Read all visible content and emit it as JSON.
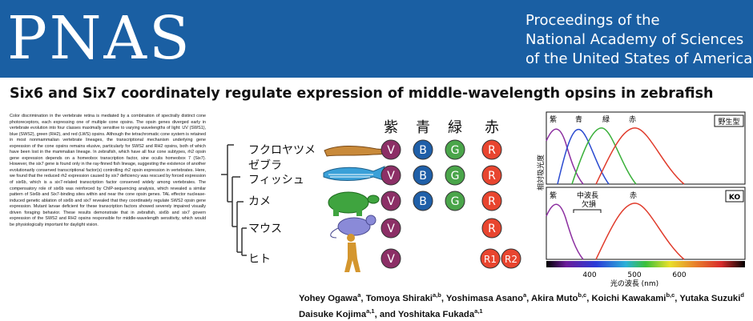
{
  "header": {
    "logo": "PNAS",
    "journal_lines": [
      "Proceedings of the",
      "National Academy of Sciences",
      "of the United States of America"
    ]
  },
  "article": {
    "title": "Six6 and Six7 coordinately regulate expression of middle-wavelength opsins in zebrafish",
    "abstract": "Color discrimination in the vertebrate retina is mediated by a combination of spectrally distinct cone photoreceptors, each expressing one of multiple cone opsins. The opsin genes diverged early in vertebrate evolution into four classes maximally sensitive to varying wavelengths of light: UV (SWS1), blue (SWS2), green (RH2), and red (LWS) opsins. Although the tetrachromatic cone system is retained in most nonmammalian vertebrate lineages, the transcriptional mechanism underlying gene expression of the cone opsins remains elusive, particularly for SWS2 and RH2 opsins, both of which have been lost in the mammalian lineage. In zebrafish, which have all four cone subtypes, rh2 opsin gene expression depends on a homeobox transcription factor, sine oculis homeobox 7 (Six7). However, the six7 gene is found only in the ray-finned fish lineage, suggesting the existence of another evolutionarily conserved transcriptional factor(s) controlling rh2 opsin expression in vertebrates. Here, we found that the reduced rh2 expression caused by six7 deficiency was rescued by forced expression of six6b, which is a six7-related transcription factor conserved widely among vertebrates. The compensatory role of six6b was reinforced by ChIP-sequencing analysis, which revealed a similar pattern of Six6b and Six7-binding sites within and near the cone opsin genes. TAL effector nuclease-induced genetic ablation of six6b and six7 revealed that they coordinately regulate SWS2 opsin gene expression. Mutant larvae deficient for these transcription factors showed severely impaired visually driven foraging behavior. These results demonstrate that in zebrafish, six6b and six7 govern expression of the SWS2 and RH2 opsins responsible for middle-wavelength sensitivity, which would be physiologically important for daylight vision."
  },
  "figure": {
    "column_headers": [
      "紫",
      "青",
      "緑",
      "赤"
    ],
    "species": [
      {
        "lines": [
          "フクロヤツメ"
        ],
        "opsins": [
          "V",
          "B",
          "G",
          "R"
        ]
      },
      {
        "lines": [
          "ゼブラ",
          "フィッシュ"
        ],
        "opsins": [
          "V",
          "B",
          "G",
          "R"
        ]
      },
      {
        "lines": [
          "カメ"
        ],
        "opsins": [
          "V",
          "B",
          "G",
          "R"
        ]
      },
      {
        "lines": [
          "マウス"
        ],
        "opsins": [
          "V",
          "R"
        ]
      },
      {
        "lines": [
          "ヒト"
        ],
        "opsins": [
          "V",
          "R1",
          "R2"
        ]
      }
    ],
    "colors": {
      "violet": "#8c2f66",
      "blue": "#1f5fa8",
      "green": "#4aa54a",
      "red": "#e8452f"
    }
  },
  "spectra": {
    "top_labels": [
      "紫",
      "青",
      "緑",
      "赤"
    ],
    "top_box": "野生型",
    "bottom_labels": [
      "紫",
      "中波長",
      "欠損",
      "赤"
    ],
    "bottom_box": "KO",
    "ylabel": "相対吸光度",
    "xticks": [
      "400",
      "500",
      "600"
    ],
    "xlabel": "光の波長 (nm)"
  },
  "authors_line1": [
    {
      "name": "Yohey Ogawa",
      "aff": "a"
    },
    {
      "name": "Tomoya Shiraki",
      "aff": "a,b"
    },
    {
      "name": "Yoshimasa Asano",
      "aff": "a"
    },
    {
      "name": "Akira Muto",
      "aff": "b,c"
    },
    {
      "name": "Koichi Kawakami",
      "aff": "b,c"
    },
    {
      "name": "Yutaka Suzuki",
      "aff": "d"
    }
  ],
  "authors_line2": [
    {
      "name": "Daisuke Kojima",
      "aff": "a,1"
    },
    {
      "name": "and Yoshitaka Fukada",
      "aff": "a,1"
    }
  ]
}
